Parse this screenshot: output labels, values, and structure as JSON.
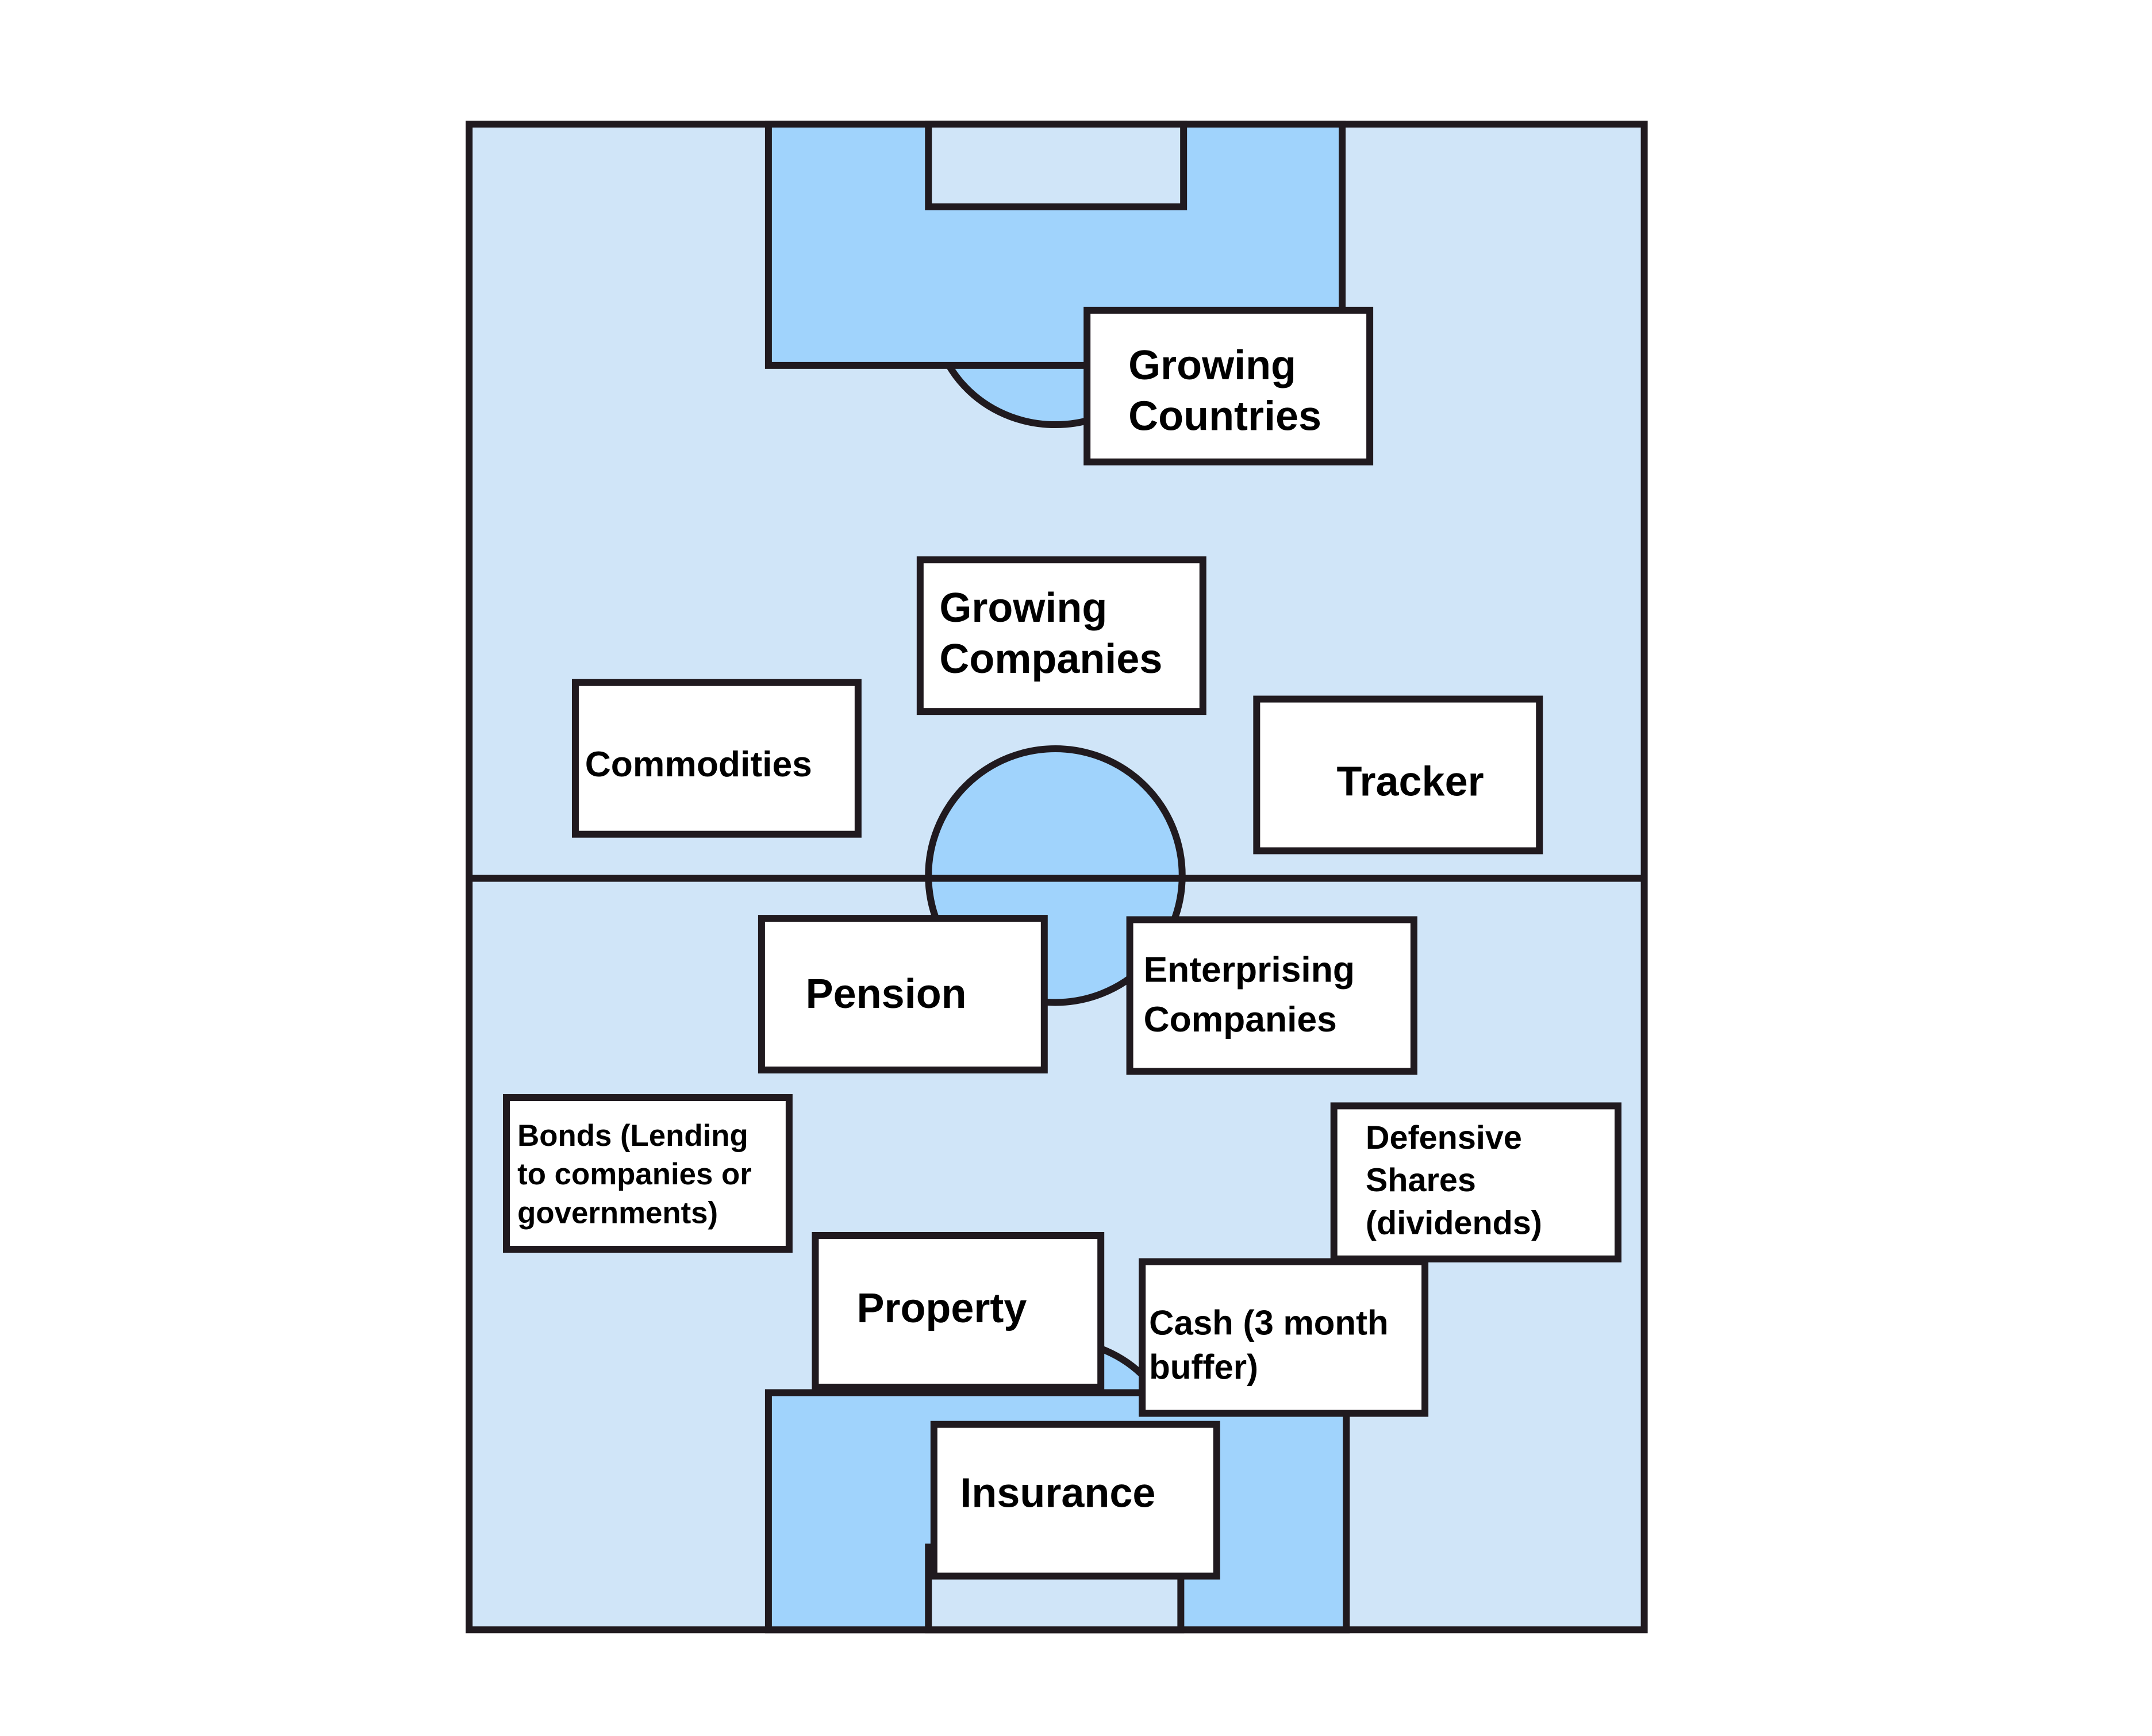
{
  "colors": {
    "pitch_light": "#d0e5f8",
    "pitch_dark": "#a0d3fc",
    "line": "#201a1f",
    "label_bg": "#ffffff"
  },
  "labels": {
    "growing_countries": [
      "Growing",
      "Countries"
    ],
    "growing_companies": [
      "Growing",
      "Companies"
    ],
    "commodities": [
      "Commodities"
    ],
    "tracker": [
      "Tracker"
    ],
    "pension": [
      "Pension"
    ],
    "enterprising_companies": [
      "Enterprising",
      "Companies"
    ],
    "bonds": [
      "Bonds (Lending",
      "to companies or",
      "governments)"
    ],
    "defensive_shares": [
      "Defensive",
      "Shares",
      "(dividends)"
    ],
    "property": [
      "Property"
    ],
    "cash": [
      "Cash (3 month",
      "buffer)"
    ],
    "insurance": [
      "Insurance"
    ]
  }
}
